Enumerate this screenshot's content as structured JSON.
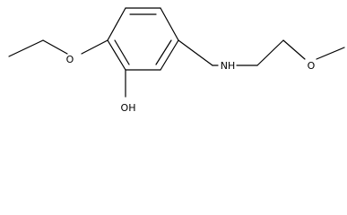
{
  "molecule": {
    "atoms": {
      "ether_oxygen": "O",
      "amine_nitrogen": "NH",
      "terminal_oxygen": "O",
      "hydroxyl": "OH"
    }
  }
}
